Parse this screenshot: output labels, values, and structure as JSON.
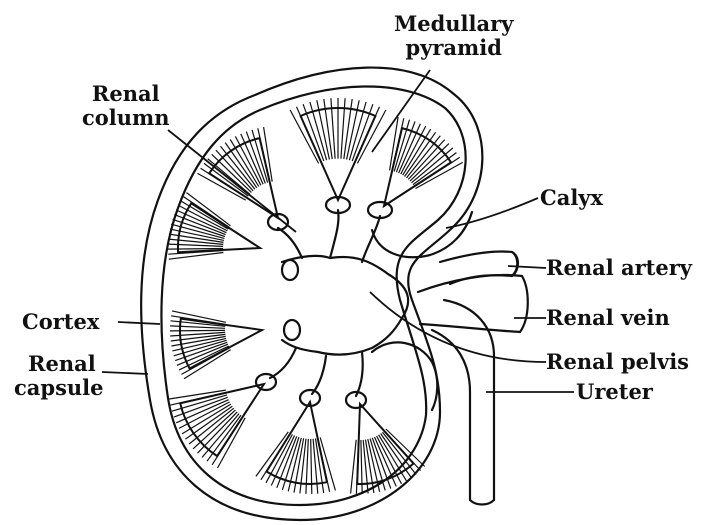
{
  "labels": {
    "medullary_pyramid": [
      "Medullary",
      "pyramid"
    ],
    "renal_column": [
      "Renal",
      "column"
    ],
    "calyx": "Calyx",
    "renal_artery": "Renal artery",
    "cortex": "Cortex",
    "renal_vein": "Renal vein",
    "renal_capsule": [
      "Renal",
      "capsule"
    ],
    "renal_pelvis": "Renal pelvis",
    "ureter": "Ureter"
  },
  "colors": {
    "ink": "#111111",
    "background": "#ffffff"
  }
}
